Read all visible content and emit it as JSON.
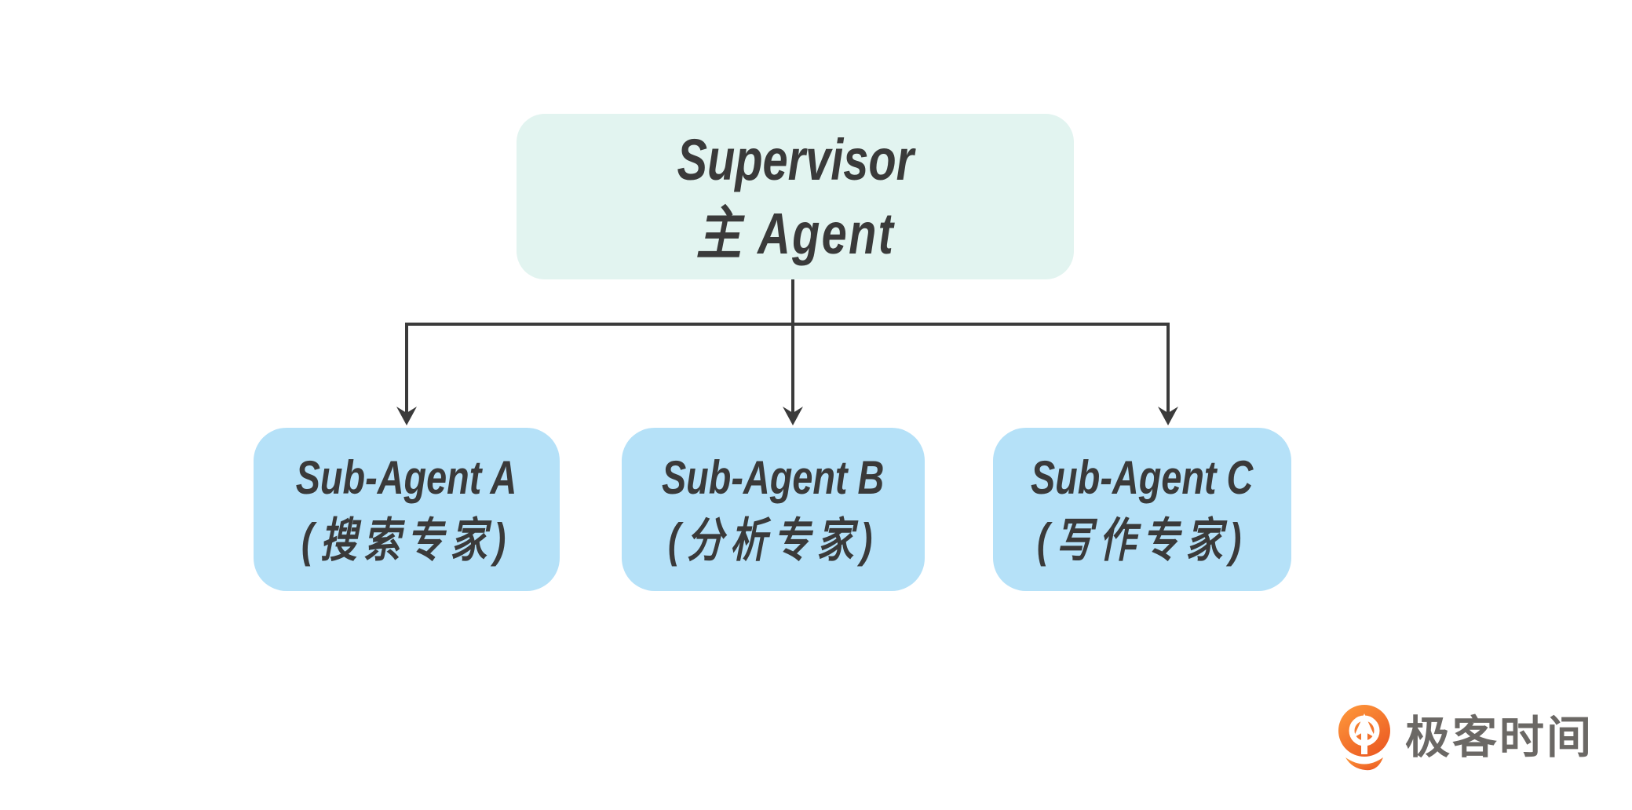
{
  "diagram": {
    "supervisor": {
      "line1": "Supervisor",
      "line2": "主 Agent",
      "fill": "#e2f4f0"
    },
    "children": [
      {
        "id": "sub-agent-a",
        "name": "Sub-Agent A",
        "subtitle": "(搜索专家)",
        "fill": "#b5e1f8"
      },
      {
        "id": "sub-agent-b",
        "name": "Sub-Agent B",
        "subtitle": "(分析专家)",
        "fill": "#b5e1f8"
      },
      {
        "id": "sub-agent-c",
        "name": "Sub-Agent C",
        "subtitle": "(写作专家)",
        "fill": "#b5e1f8"
      }
    ],
    "edges": [
      {
        "from": "Supervisor 主 Agent",
        "to": "Sub-Agent A (搜索专家)"
      },
      {
        "from": "Supervisor 主 Agent",
        "to": "Sub-Agent B (分析专家)"
      },
      {
        "from": "Supervisor 主 Agent",
        "to": "Sub-Agent C (写作专家)"
      }
    ],
    "text_color": "#3a3a3a",
    "connector_color": "#3b3b3b"
  },
  "branding": {
    "logo_text": "极客时间",
    "logo_text_color": "#6b6865",
    "logo_accent_color": "#f1692a",
    "logo_icon": "geektime-pin-icon"
  }
}
